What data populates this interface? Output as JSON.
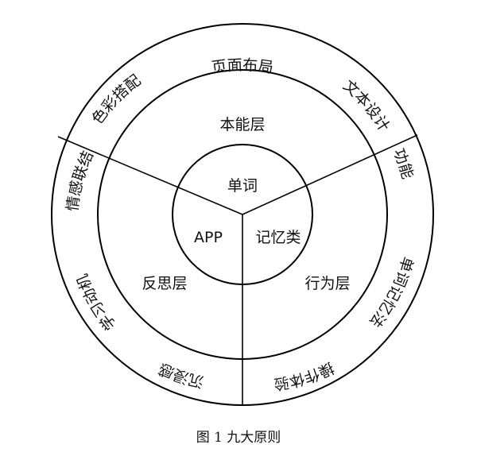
{
  "diagram": {
    "center": {
      "text_top": "单词",
      "text_left": "APP",
      "text_right": "记忆类"
    },
    "middle_ring": {
      "top": "本能层",
      "left": "反思层",
      "right": "行为层"
    },
    "outer_ring": {
      "top_arc": "页面布局",
      "upper_right_arc": "文本设计",
      "upper_left_arc": "色彩搭配",
      "right_upper_arc": "功能",
      "right_lower_arc": "单词记忆法",
      "bottom_right_arc": "操作体验",
      "bottom_left_arc": "沉浸感",
      "left_lower_arc": "学习动机",
      "left_upper_arc": "情感联结"
    },
    "caption": "图 1  九大原则",
    "colors": {
      "stroke": "#000000",
      "text": "#111111",
      "background": "#ffffff"
    }
  }
}
